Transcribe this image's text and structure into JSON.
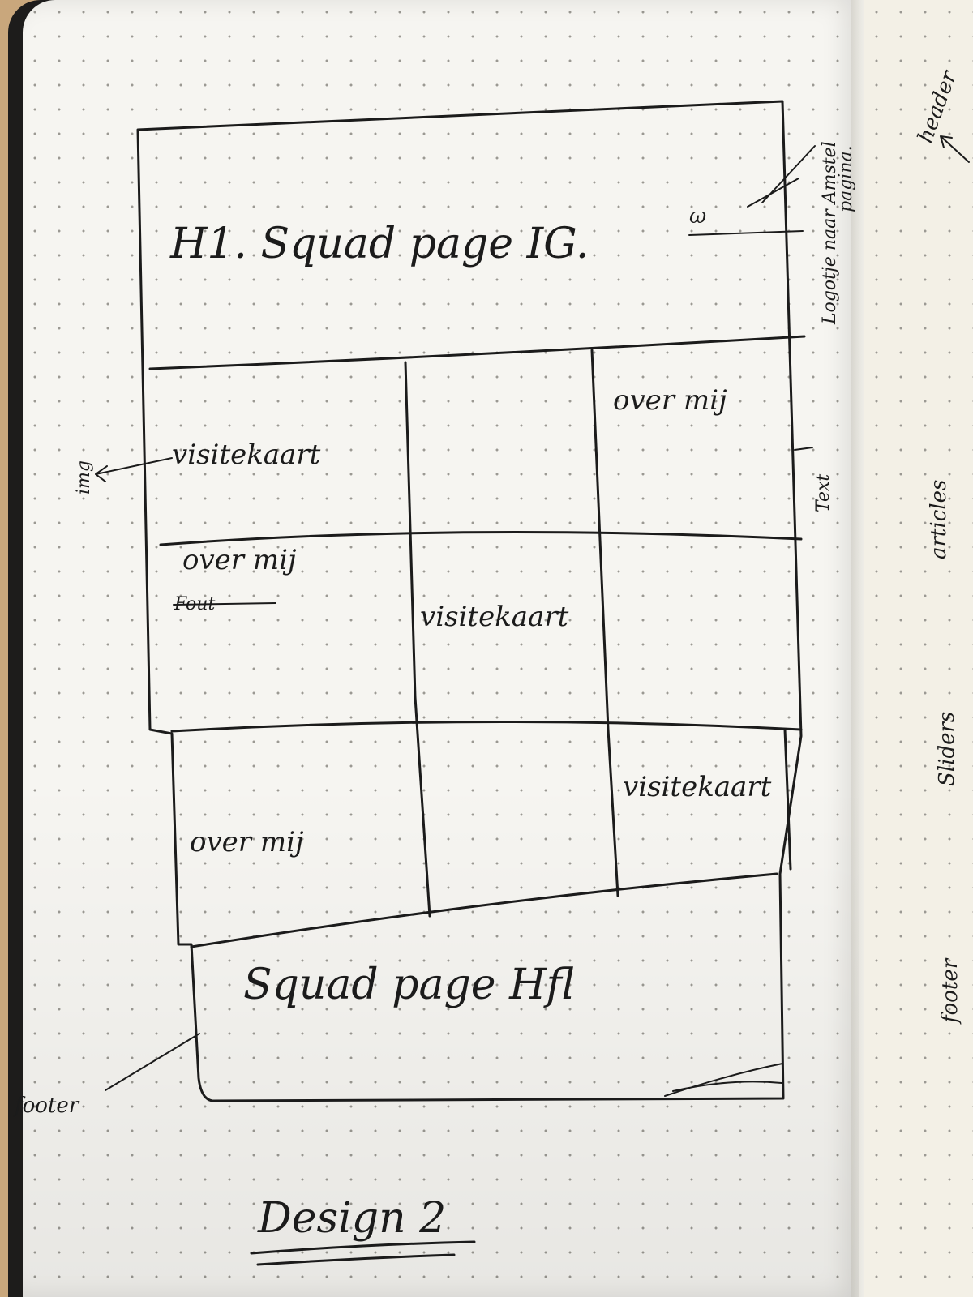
{
  "wireframe": {
    "header": {
      "title": "H1. Squad page IG.",
      "logo_mark": "ω"
    },
    "grid": [
      {
        "row": 1,
        "col": 1,
        "label": "visitekaart"
      },
      {
        "row": 1,
        "col": 3,
        "label": "over mij"
      },
      {
        "row": 2,
        "col": 1,
        "label": "over mij"
      },
      {
        "row": 2,
        "col": 1,
        "label_struck": "Fout"
      },
      {
        "row": 2,
        "col": 2,
        "label": "visitekaart"
      },
      {
        "row": 3,
        "col": 1,
        "label": "over mij"
      },
      {
        "row": 3,
        "col": 3,
        "label": "visitekaart"
      }
    ],
    "footer": {
      "label": "Squad page Hfl"
    }
  },
  "annotations": {
    "img": "img",
    "text": "Text",
    "logo_note_1": "Logotje naar Amstel",
    "logo_note_2": "pagina.",
    "footer": "footer"
  },
  "next_page": {
    "header": "header",
    "articles": "articles",
    "sliders": "Sliders",
    "footer": "footer"
  },
  "caption": "Design 2"
}
